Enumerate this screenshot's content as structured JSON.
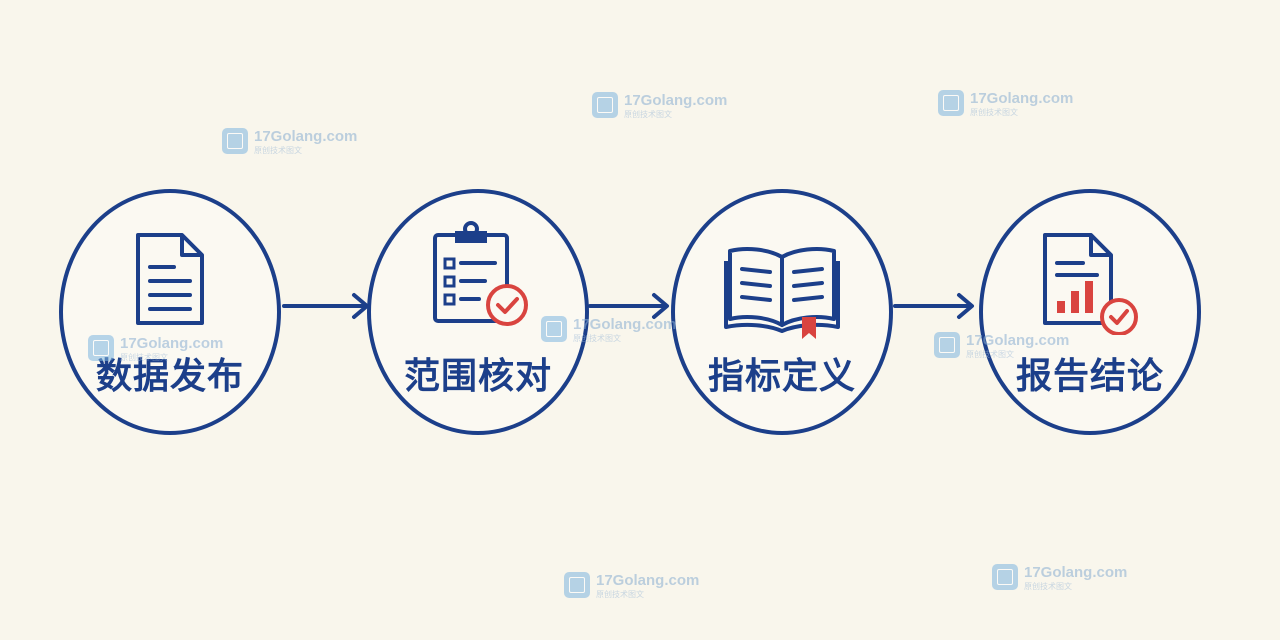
{
  "steps": [
    {
      "label": "数据发布",
      "icon": "document-icon"
    },
    {
      "label": "范围核对",
      "icon": "clipboard-checklist-icon"
    },
    {
      "label": "指标定义",
      "icon": "open-book-icon"
    },
    {
      "label": "报告结论",
      "icon": "report-chart-icon"
    }
  ],
  "watermark": {
    "text": "17Golang.com",
    "subtext": "原创技术图文"
  },
  "colors": {
    "primary": "#1c3f8a",
    "accent": "#d9443f",
    "background": "#f9f6ec"
  }
}
